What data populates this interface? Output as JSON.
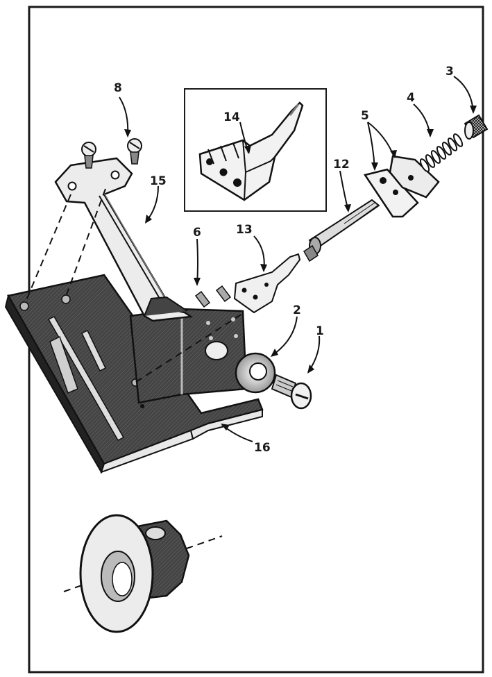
{
  "callouts": {
    "n1": "1",
    "n2": "2",
    "n3": "3",
    "n4": "4",
    "n5": "5",
    "n6": "6",
    "n8": "8",
    "n12": "12",
    "n13": "13",
    "n14": "14",
    "n15": "15",
    "n16": "16"
  },
  "colors": {
    "ink": "#1a1a1a",
    "plate": "#3a3a3a",
    "plate_dark": "#222222",
    "metal_light": "#e8e8e8",
    "paper": "#ffffff"
  }
}
